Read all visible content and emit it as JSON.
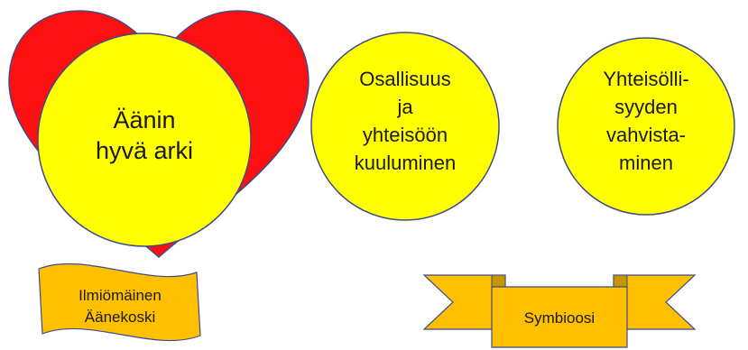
{
  "colors": {
    "heart": "#ff1010",
    "circle": "#ffff00",
    "banner": "#ffc000",
    "banner_shadow": "#c79500",
    "outline": "#3f4a8a",
    "text": "#1a1a1a"
  },
  "heart_circle": {
    "lines": [
      "Äänin",
      "hyvä arki"
    ]
  },
  "circle_participation": {
    "lines": [
      "Osallisuus",
      "ja",
      "yhteisöön",
      "kuuluminen"
    ]
  },
  "circle_community": {
    "lines": [
      "Yhteisölli-",
      "syyden",
      "vahvista-",
      "minen"
    ]
  },
  "wave_banner": {
    "lines": [
      "Ilmiömäinen",
      "Äänekoski"
    ]
  },
  "ribbon_banner": {
    "label": "Symbioosi"
  }
}
